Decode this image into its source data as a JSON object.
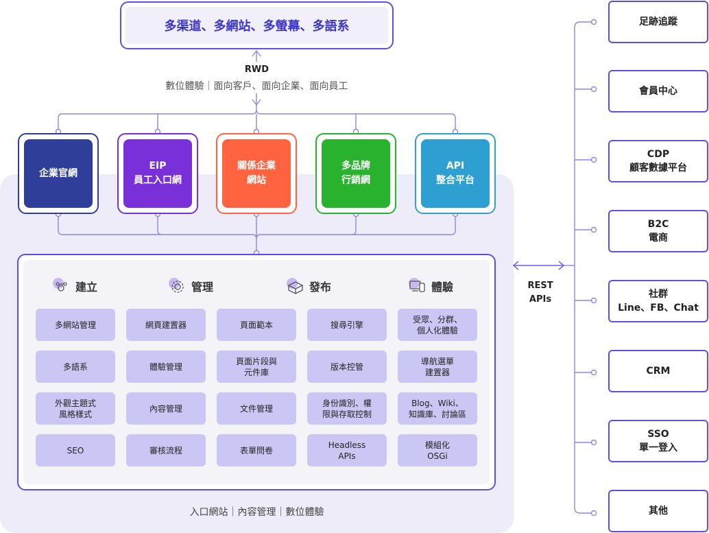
{
  "header": {
    "title": "多渠道、多網站、多螢幕、多語系",
    "rwd": "RWD",
    "rwd_sub": "數位體驗｜面向客戶、面向企業、面向員工"
  },
  "cards": [
    {
      "label": "企業官網",
      "color": "#2e3e99"
    },
    {
      "label": "EIP\n員工入口網",
      "color": "#7a30d9"
    },
    {
      "label": "關係企業\n網站",
      "color": "#ff6340"
    },
    {
      "label": "多品牌\n行銷網",
      "color": "#29b22e"
    },
    {
      "label": "API\n整合平台",
      "color": "#2e9fd1"
    }
  ],
  "stages": [
    {
      "label": "建立",
      "icon": "build-icon"
    },
    {
      "label": "管理",
      "icon": "manage-gear-icon"
    },
    {
      "label": "發布",
      "icon": "publish-box-icon"
    },
    {
      "label": "體驗",
      "icon": "devices-icon"
    }
  ],
  "grid": [
    [
      "多網站管理",
      "網頁建置器",
      "頁面範本",
      "搜尋引擎",
      "受眾、分群、\n個人化體驗"
    ],
    [
      "多語系",
      "體驗管理",
      "頁面片段與\n元件庫",
      "版本控管",
      "導航選單\n建置器"
    ],
    [
      "外觀主題式\n風格樣式",
      "內容管理",
      "文件管理",
      "身份識別、權\n限與存取控制",
      "Blog、Wiki、\n知識庫、討論區"
    ],
    [
      "SEO",
      "審核流程",
      "表單問卷",
      "Headless\nAPIs",
      "模組化\nOSGi"
    ]
  ],
  "footer": "入口網站｜內容管理｜數位體驗",
  "rest": "REST\nAPIs",
  "integrations": [
    "足跡追蹤",
    "會員中心",
    "CDP\n顧客數據平台",
    "B2C\n電商",
    "社群\nLine、FB、Chat",
    "CRM",
    "SSO\n單一登入",
    "其他"
  ],
  "colors": {
    "accent": "#5b4fe6",
    "wire": "#8c86ea",
    "cell": "#cac7f4",
    "panel": "#efecfa"
  }
}
